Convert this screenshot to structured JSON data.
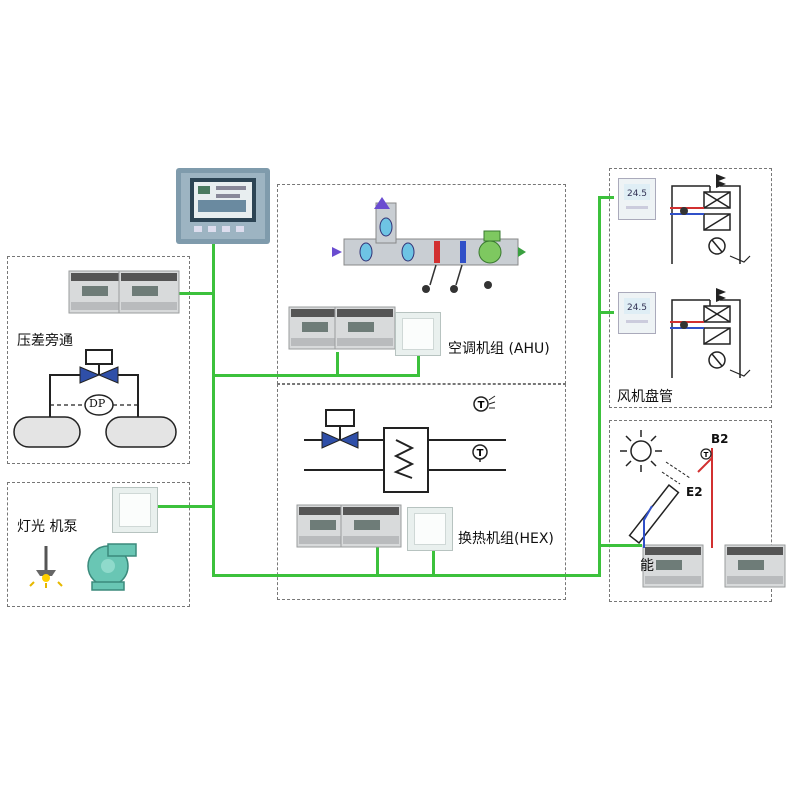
{
  "labels": {
    "pressure_bypass": "压差旁通",
    "dp": "DP",
    "lighting_pump": "灯光  机泵",
    "ahu": "空调机组 (AHU)",
    "hex": "换热机组(HEX)",
    "fan_coil": "风机盘管",
    "solar": "能",
    "b2": "B2",
    "e2": "E2",
    "t": "T"
  },
  "colors": {
    "wire": "#3cc13c",
    "box_border": "#777777",
    "valve": "#2f4fa8",
    "hmi_frame": "#7a96a8",
    "pipe_red": "#d23030",
    "pipe_blue": "#3050c8"
  },
  "icons": [
    "hmi-panel-icon",
    "controller-icon",
    "room-unit-icon",
    "valve-icon",
    "tank-icon",
    "lamp-icon",
    "pump-icon",
    "ahu-icon",
    "heat-exchanger-icon",
    "temperature-sensor-icon",
    "fan-coil-icon",
    "thermostat-icon",
    "sun-icon",
    "solar-collector-icon"
  ]
}
